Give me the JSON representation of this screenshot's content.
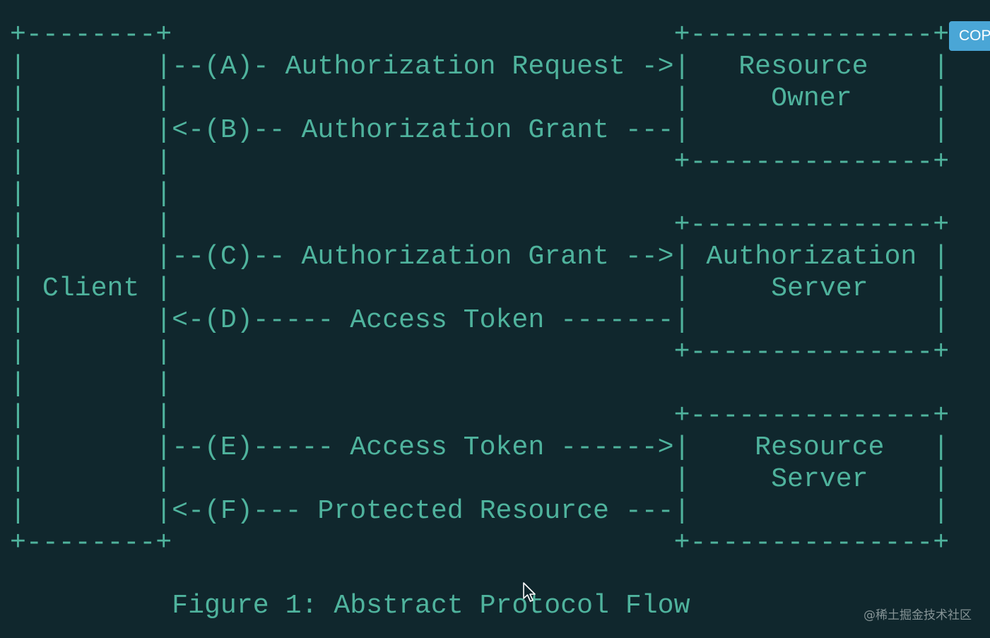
{
  "diagram": {
    "lines": [
      "+--------+                               +---------------+",
      "|        |--(A)- Authorization Request ->|   Resource    |",
      "|        |                               |     Owner     |",
      "|        |<-(B)-- Authorization Grant ---|               |",
      "|        |                               +---------------+",
      "|        |",
      "|        |                               +---------------+",
      "|        |--(C)-- Authorization Grant -->| Authorization |",
      "| Client |                               |     Server    |",
      "|        |<-(D)----- Access Token -------|               |",
      "|        |                               +---------------+",
      "|        |",
      "|        |                               +---------------+",
      "|        |--(E)----- Access Token ------>|    Resource   |",
      "|        |                               |     Server    |",
      "|        |<-(F)--- Protected Resource ---|               |",
      "+--------+                               +---------------+",
      "",
      "          Figure 1: Abstract Protocol Flow"
    ]
  },
  "toolbar": {
    "copy_label": "COPY"
  },
  "watermark": {
    "text": "@稀土掘金技术社区"
  },
  "colors": {
    "background": "#10272d",
    "text": "#4fb39d",
    "copy_button": "#4aa6d6"
  },
  "icons": {
    "cursor": "mouse-pointer-icon"
  }
}
